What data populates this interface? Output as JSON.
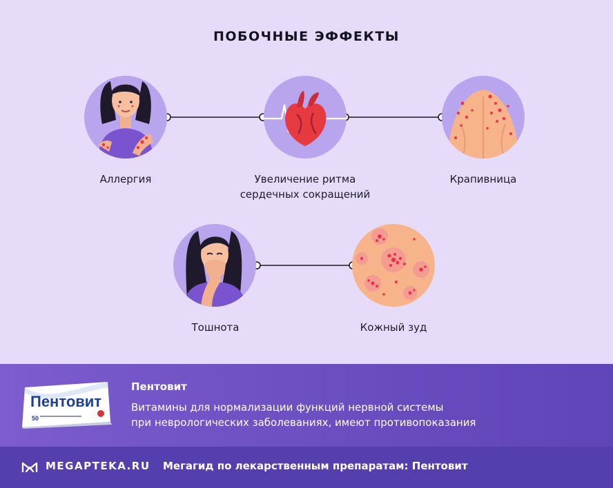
{
  "title": "ПОБОЧНЫЕ ЭФФЕКТЫ",
  "effects": [
    {
      "label": "Аллергия",
      "icon": "allergy-woman-icon"
    },
    {
      "label_line1": "Увеличение ритма",
      "label_line2": "сердечных сокращений",
      "icon": "heart-pulse-icon"
    },
    {
      "label": "Крапивница",
      "icon": "hives-back-icon"
    },
    {
      "label": "Тошнота",
      "icon": "nausea-woman-icon"
    },
    {
      "label": "Кожный зуд",
      "icon": "itchy-skin-icon"
    }
  ],
  "product": {
    "box_label": "Пентовит",
    "box_count": "50",
    "name": "Пентовит",
    "desc_line1": "Витамины для нормализации функций нервной системы",
    "desc_line2": "при неврологических заболеваниях, имеют противопоказания"
  },
  "footer": {
    "logo": "MEGAPTEKA.RU",
    "text": "Мегагид по лекарственным препаратам: Пентовит"
  },
  "colors": {
    "background": "#e6dcfa",
    "circle": "#b9a4ee",
    "band": "#7c5cce",
    "footer": "#553fae",
    "skin": "#f7b48a",
    "rash": "#e8344d"
  }
}
